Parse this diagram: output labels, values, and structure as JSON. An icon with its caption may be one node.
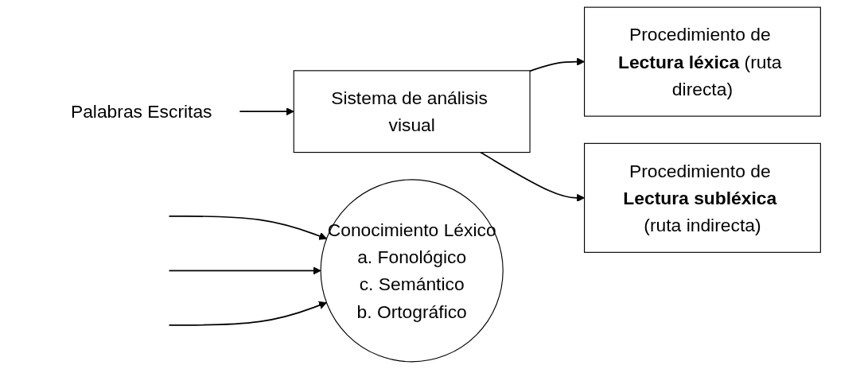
{
  "diagram": {
    "nodes": [
      {
        "text": [
          "Palabras Escritas"
        ]
      },
      {
        "text": [
          "Sistema de análisis visual"
        ]
      },
      {
        "text": [
          "Procedimiento de **Lectura léxica** (ruta directa)"
        ]
      },
      {
        "text": [
          "Procedimiento de **Lectura subléxica** (ruta indirecta)"
        ]
      },
      {
        "text": [
          "Conocimiento Léxico",
          "a. Fonológico",
          "c. Semántico",
          "b. Ortográfico"
        ]
      }
    ],
    "edges": [
      {
        "from": 0,
        "to": 1,
        "arrow": "to"
      },
      {
        "from": 1,
        "to": 2,
        "arrow": "to"
      },
      {
        "from": 1,
        "to": 3,
        "arrow": "to"
      },
      {
        "from": null,
        "to": 4,
        "arrow": "to"
      },
      {
        "from": null,
        "to": 4,
        "arrow": "to"
      },
      {
        "from": null,
        "to": 4,
        "arrow": "to"
      }
    ]
  }
}
